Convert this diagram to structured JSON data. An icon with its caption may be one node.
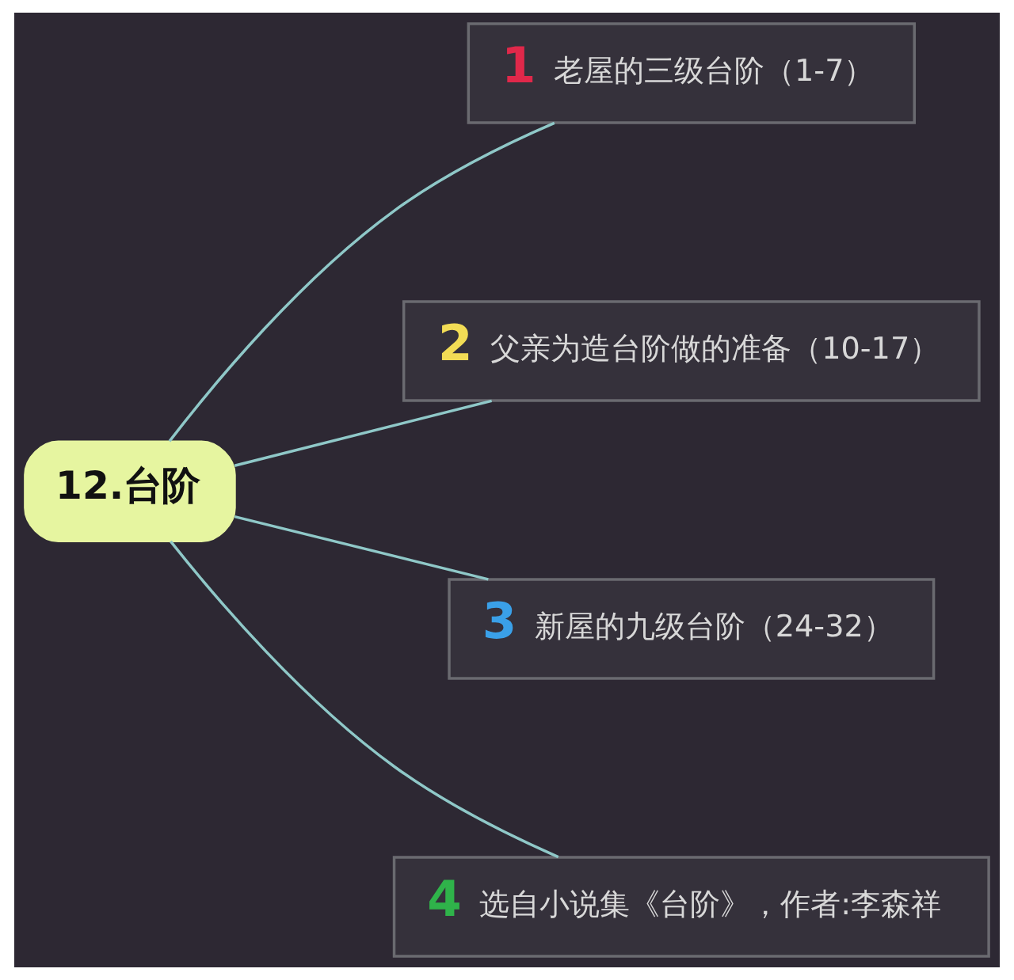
{
  "diagram": {
    "nodes": [
      {
        "text": [
          "12.台阶"
        ]
      },
      {
        "text": [
          "1",
          "老屋的三级台阶（1-7）"
        ]
      },
      {
        "text": [
          "2",
          "父亲为造台阶做的准备（10-17）"
        ]
      },
      {
        "text": [
          "3",
          "新屋的九级台阶（24-32）"
        ]
      },
      {
        "text": [
          "4",
          "选自小说集《台阶》，作者:李森祥"
        ]
      }
    ],
    "edges": [
      {
        "from": 0,
        "to": 1,
        "arrow": "none"
      },
      {
        "from": 0,
        "to": 2,
        "arrow": "none"
      },
      {
        "from": 0,
        "to": 3,
        "arrow": "none"
      },
      {
        "from": 0,
        "to": 4,
        "arrow": "none"
      }
    ]
  }
}
